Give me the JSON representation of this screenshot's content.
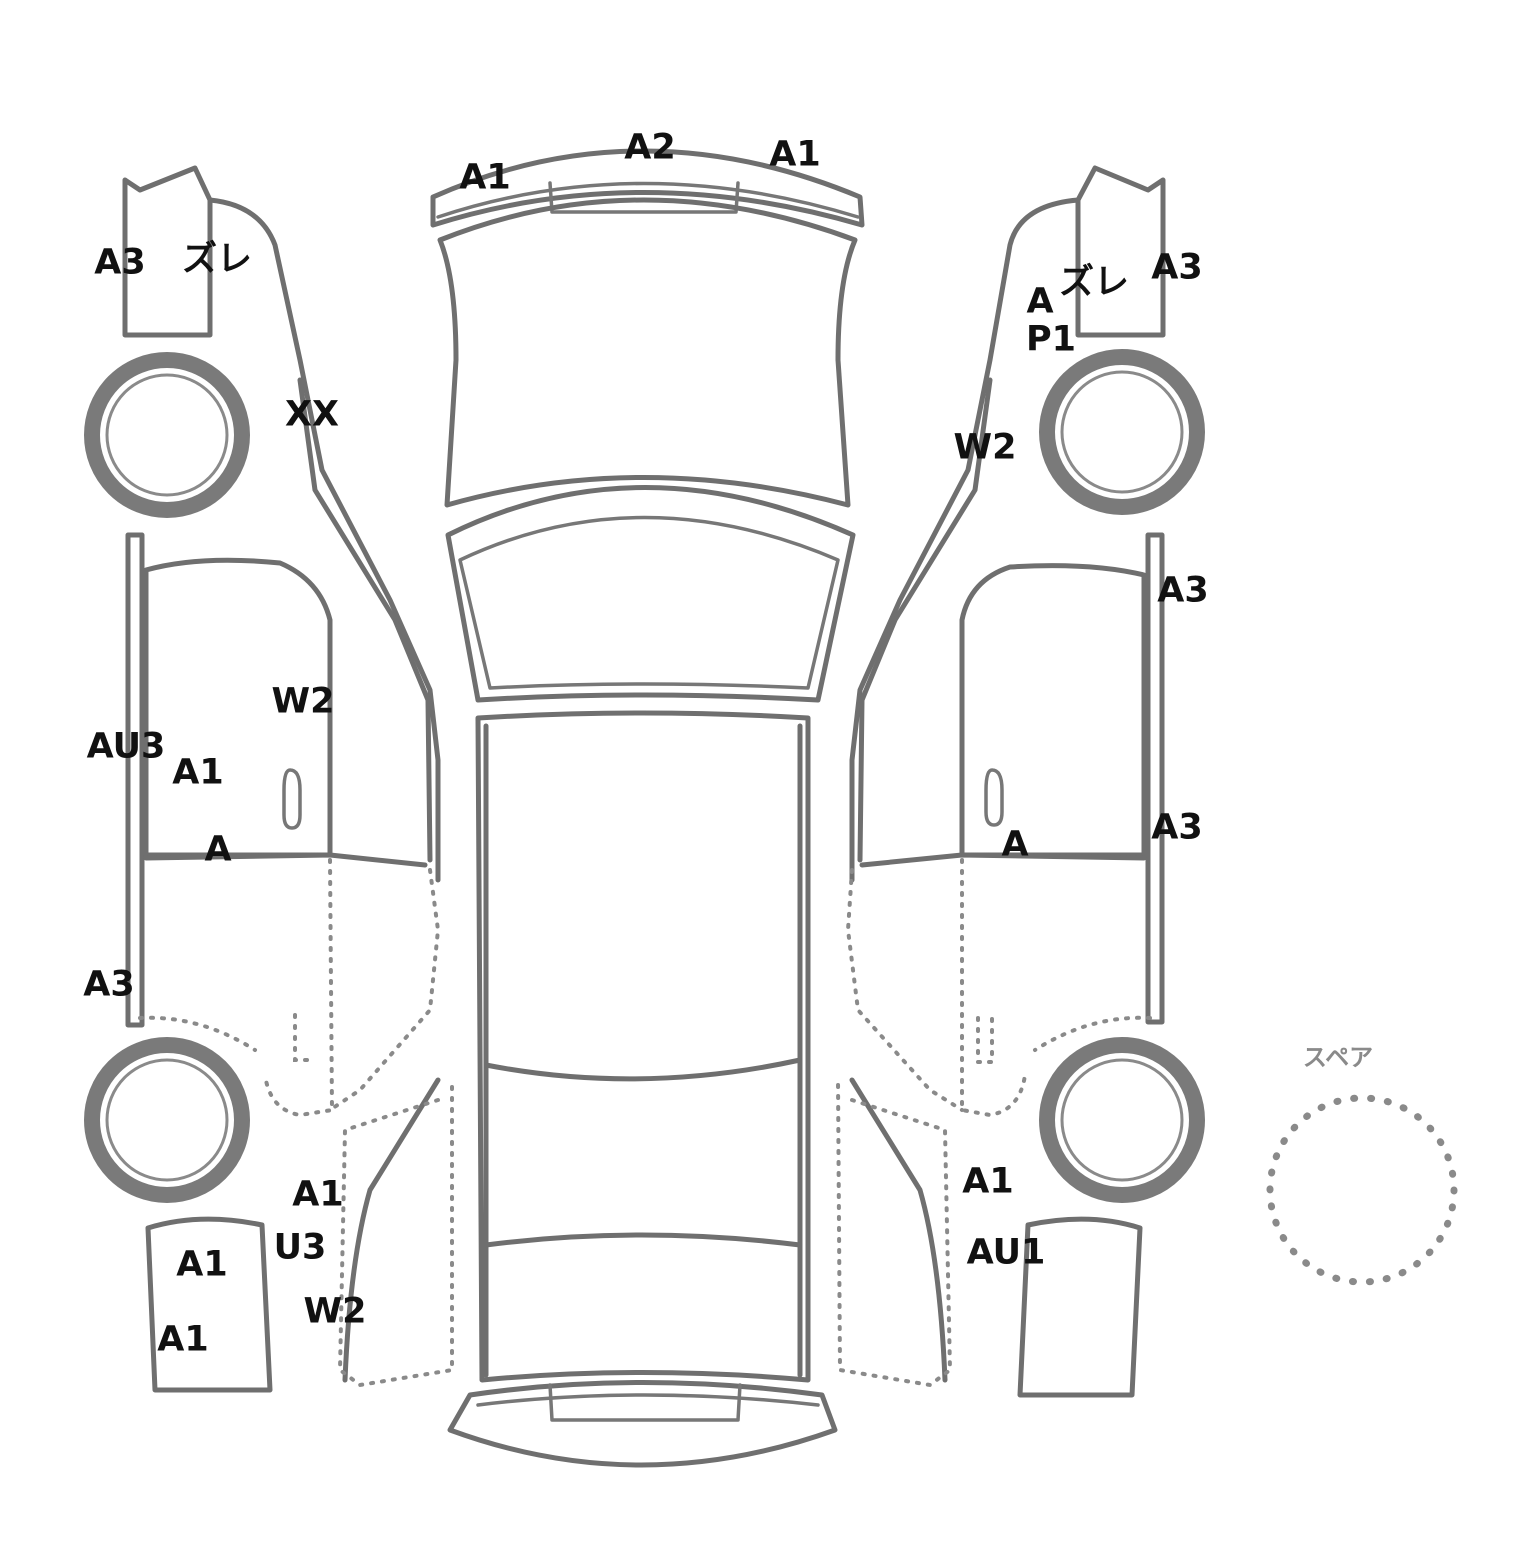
{
  "diagram": {
    "spare_label": "スペア",
    "damage_marks": [
      {
        "id": "roof-front-left",
        "code": "A1"
      },
      {
        "id": "roof-front-center",
        "code": "A2"
      },
      {
        "id": "roof-front-right",
        "code": "A1"
      },
      {
        "id": "left-fender-outer",
        "code": "A3"
      },
      {
        "id": "left-fender-misalign",
        "code": "ズレ"
      },
      {
        "id": "left-a-pillar",
        "code": "XX"
      },
      {
        "id": "left-front-door-window",
        "code": "W2"
      },
      {
        "id": "left-rocker",
        "code": "AU3"
      },
      {
        "id": "left-front-door-upper",
        "code": "A1"
      },
      {
        "id": "left-front-door-lower",
        "code": "A"
      },
      {
        "id": "left-rear-rocker",
        "code": "A3"
      },
      {
        "id": "left-rear-quarter-a",
        "code": "A1"
      },
      {
        "id": "left-rear-quarter-u",
        "code": "U3"
      },
      {
        "id": "left-rear-bumper-upper",
        "code": "A1"
      },
      {
        "id": "left-rear-window",
        "code": "W2"
      },
      {
        "id": "left-rear-bumper-lower",
        "code": "A1"
      },
      {
        "id": "right-fender-a",
        "code": "A"
      },
      {
        "id": "right-fender-misalign",
        "code": "ズレ"
      },
      {
        "id": "right-fender-outer",
        "code": "A3"
      },
      {
        "id": "right-fender-paint",
        "code": "P1"
      },
      {
        "id": "right-windshield",
        "code": "W2"
      },
      {
        "id": "right-rocker-front",
        "code": "A3"
      },
      {
        "id": "right-rocker-middle",
        "code": "A3"
      },
      {
        "id": "right-front-door-lower",
        "code": "A"
      },
      {
        "id": "right-rear-quarter",
        "code": "A1"
      },
      {
        "id": "right-rear-bumper",
        "code": "AU1"
      }
    ]
  }
}
